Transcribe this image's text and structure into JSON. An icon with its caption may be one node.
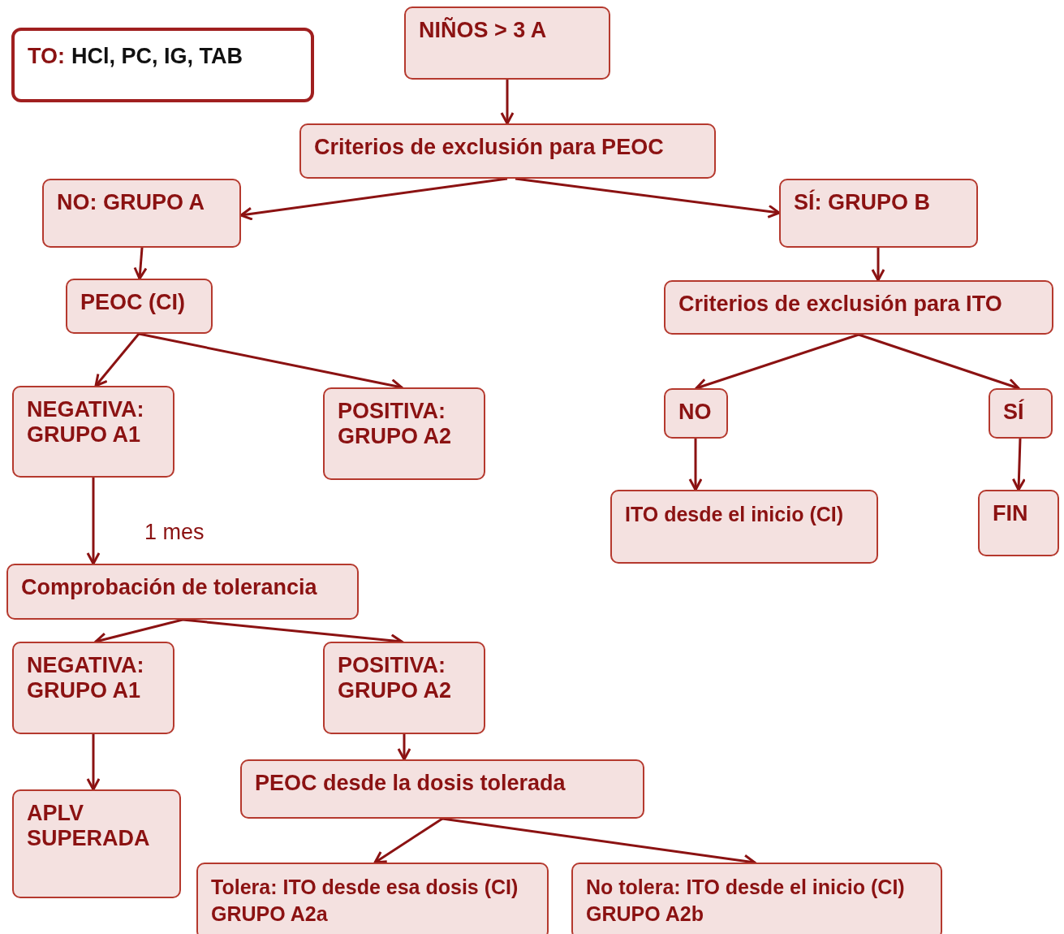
{
  "diagram": {
    "nodes": [
      {
        "text": [
          "TO:",
          "HCl, PC, IG, TAB"
        ]
      },
      {
        "text": [
          "NIÑOS > 3 A"
        ]
      },
      {
        "text": [
          "Criterios de exclusión para PEOC"
        ]
      },
      {
        "text": [
          "NO: GRUPO A"
        ]
      },
      {
        "text": [
          "SÍ: GRUPO B"
        ]
      },
      {
        "text": [
          "PEOC (CI)"
        ]
      },
      {
        "text": [
          "Criterios de exclusión para ITO"
        ]
      },
      {
        "text": [
          "NEGATIVA: GRUPO A1"
        ]
      },
      {
        "text": [
          "POSITIVA: GRUPO A2"
        ]
      },
      {
        "text": [
          "NO"
        ]
      },
      {
        "text": [
          "SÍ"
        ]
      },
      {
        "text": [
          "ITO desde el inicio (CI)"
        ]
      },
      {
        "text": [
          "FIN"
        ]
      },
      {
        "text": [
          "Comprobación de tolerancia"
        ]
      },
      {
        "text": [
          "NEGATIVA: GRUPO A1"
        ]
      },
      {
        "text": [
          "POSITIVA: GRUPO A2"
        ]
      },
      {
        "text": [
          "APLV SUPERADA"
        ]
      },
      {
        "text": [
          "PEOC desde la dosis tolerada"
        ]
      },
      {
        "text": [
          "Tolera: ITO desde esa dosis (CI)",
          "GRUPO A2a"
        ]
      },
      {
        "text": [
          "No tolera: ITO desde el inicio (CI)",
          "GRUPO A2b"
        ]
      }
    ],
    "edges": [
      {
        "from": 1,
        "to": 2,
        "arrow": "to"
      },
      {
        "from": 2,
        "to": 3,
        "arrow": "to"
      },
      {
        "from": 2,
        "to": 4,
        "arrow": "to"
      },
      {
        "from": 3,
        "to": 5,
        "arrow": "to"
      },
      {
        "from": 4,
        "to": 6,
        "arrow": "to"
      },
      {
        "from": 5,
        "to": 7,
        "arrow": "to"
      },
      {
        "from": 5,
        "to": 8,
        "arrow": "to"
      },
      {
        "from": 6,
        "to": 9,
        "arrow": "to"
      },
      {
        "from": 6,
        "to": 10,
        "arrow": "to"
      },
      {
        "from": 9,
        "to": 11,
        "arrow": "to"
      },
      {
        "from": 10,
        "to": 12,
        "arrow": "to"
      },
      {
        "from": 7,
        "to": 13,
        "arrow": "to",
        "label": "1 mes"
      },
      {
        "from": 13,
        "to": 14,
        "arrow": "to"
      },
      {
        "from": 13,
        "to": 15,
        "arrow": "to"
      },
      {
        "from": 14,
        "to": 16,
        "arrow": "to"
      },
      {
        "from": 15,
        "to": 17,
        "arrow": "to"
      },
      {
        "from": 17,
        "to": 18,
        "arrow": "to"
      },
      {
        "from": 17,
        "to": 19,
        "arrow": "to"
      }
    ]
  }
}
